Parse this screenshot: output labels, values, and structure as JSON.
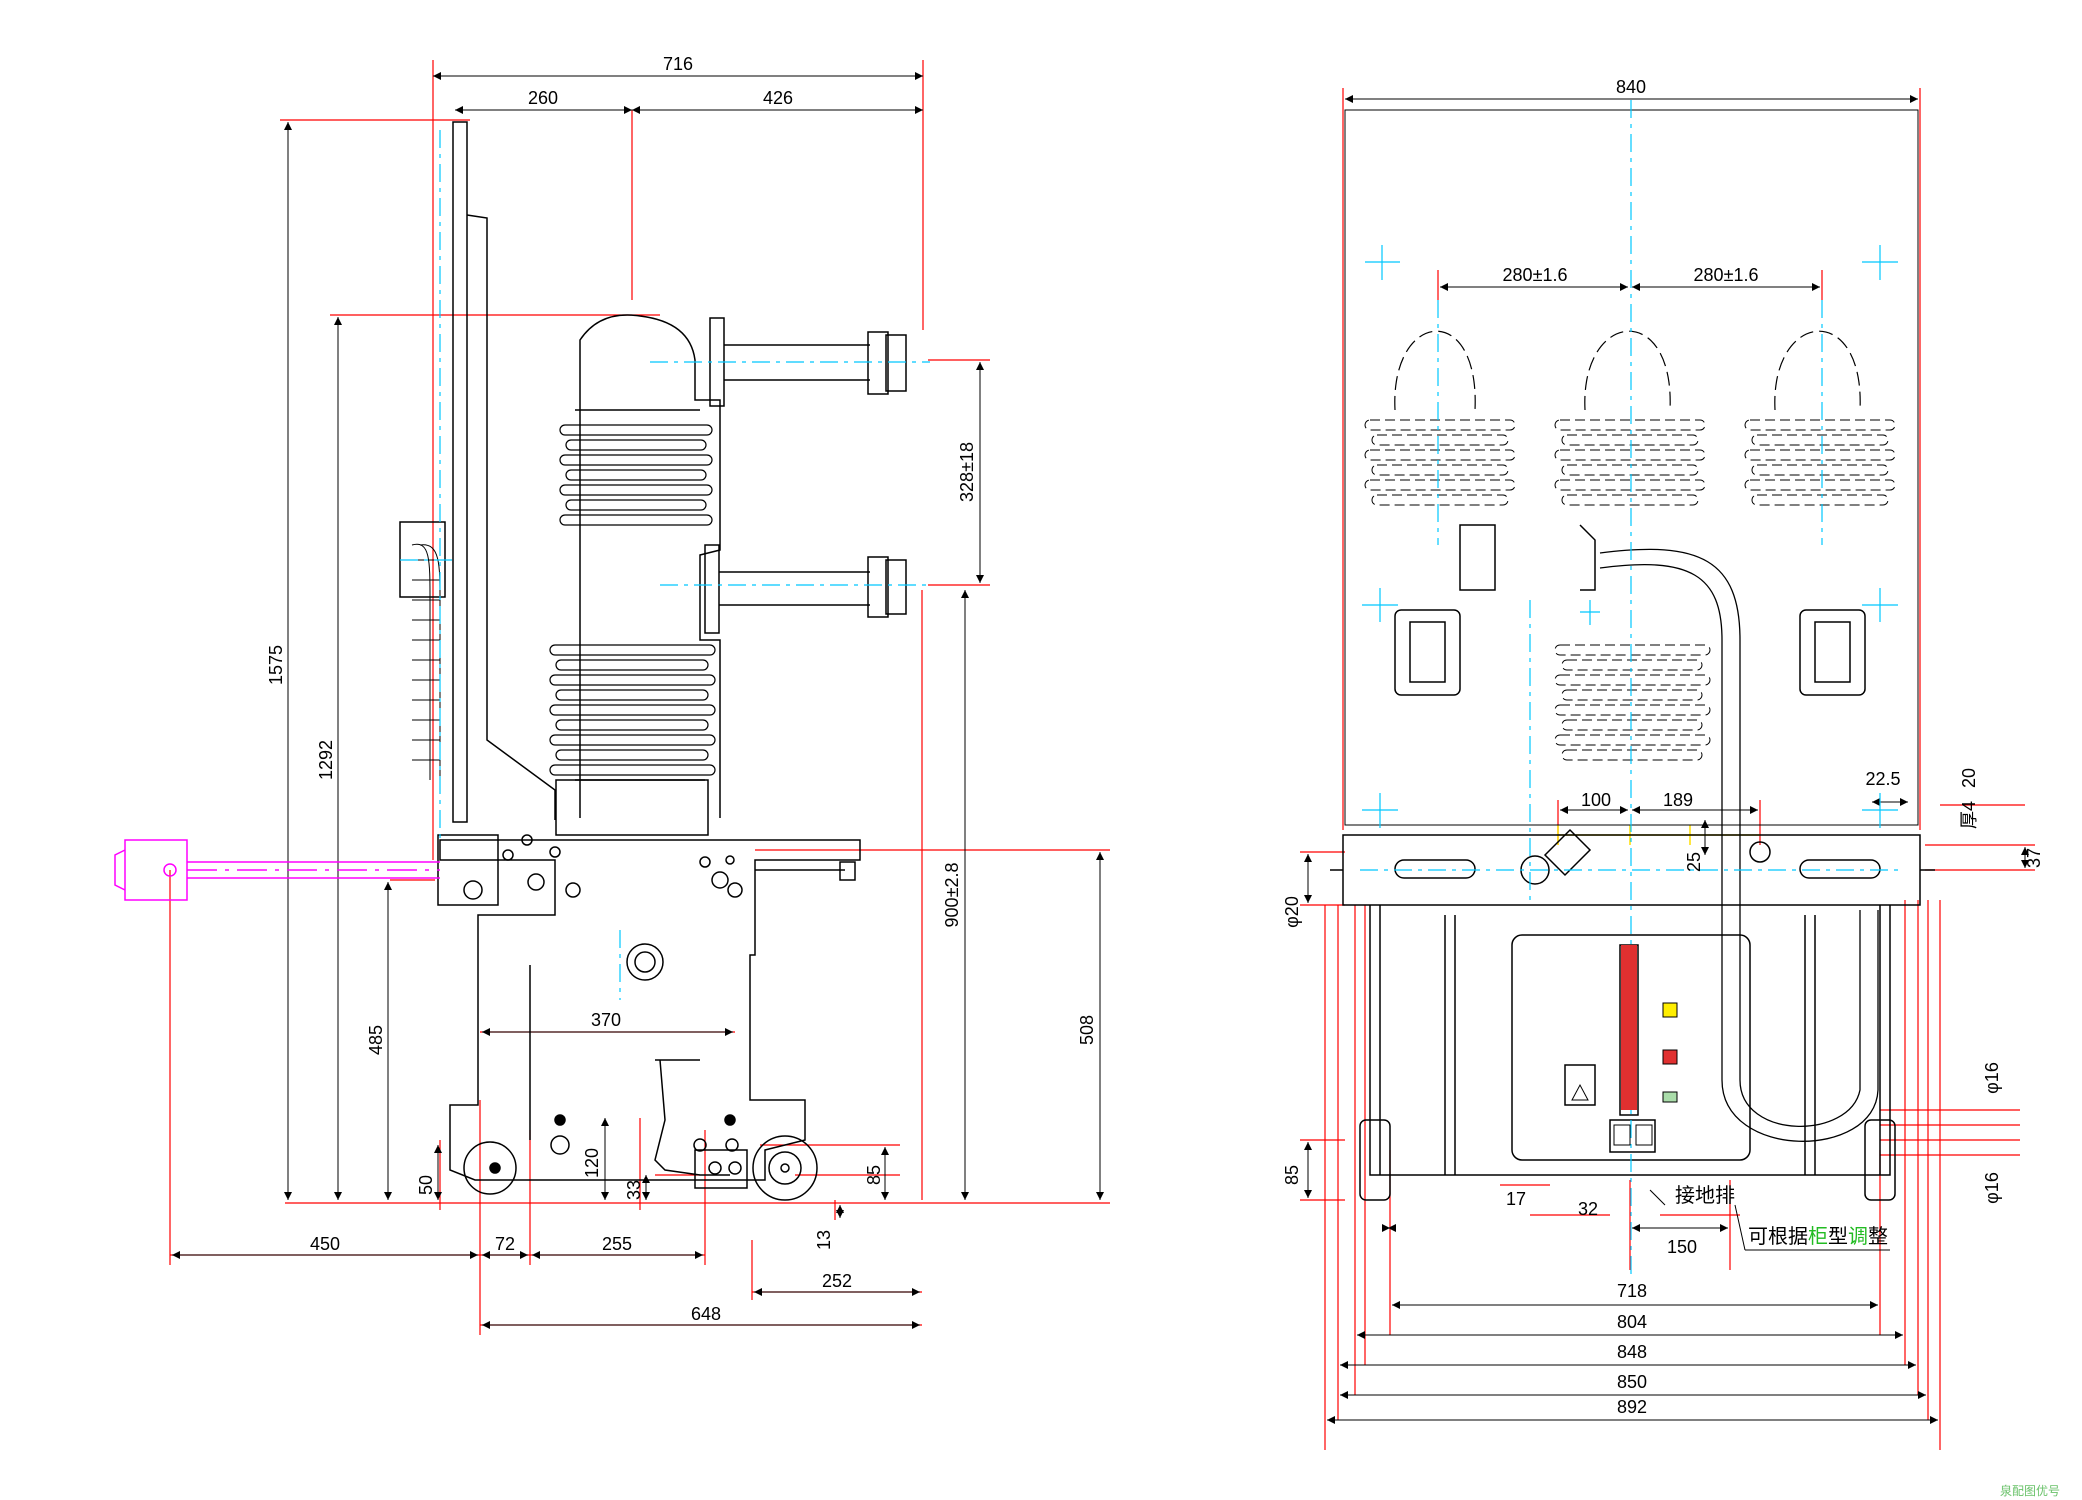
{
  "colors": {
    "outline": "#000000",
    "dimension_line": "#ff0000",
    "center_line": "#00c8ff",
    "operating_handle": "#ff00ff",
    "indicator_red": "#e03030",
    "indicator_yellow": "#ffee00",
    "indicator_green": "#00aa00",
    "note_green": "#22bb22"
  },
  "side_view": {
    "dims": {
      "total_depth": "716",
      "offset_260": "260",
      "offset_426": "426",
      "height_total": "1575",
      "height_1292": "1292",
      "height_485": "485",
      "height_50": "50",
      "pole_pitch_vertical": "328±18",
      "contact_height": "900±2.8",
      "chassis_height": "508",
      "dim_370": "370",
      "dim_120": "120",
      "dim_33": "33",
      "dim_85": "85",
      "dim_13": "13",
      "handle_reach": "450",
      "dim_72": "72",
      "dim_255": "255",
      "dim_252": "252",
      "base_depth": "648"
    }
  },
  "front_view": {
    "dims": {
      "width_840": "840",
      "phase_pitch_left": "280±1.6",
      "phase_pitch_right": "280±1.6",
      "dim_22_5": "22.5",
      "dim_20": "20",
      "thickness_note": "厚4",
      "dim_100": "100",
      "dim_189": "189",
      "dim_25": "25",
      "dim_37": "37",
      "phi_20": "φ20",
      "phi_16_top": "φ16",
      "phi_16_bottom": "φ16",
      "dim_85": "85",
      "dim_17": "17",
      "dim_32": "32",
      "dim_150": "150",
      "width_718": "718",
      "width_804": "804",
      "width_848": "848",
      "width_850": "850",
      "width_892": "892"
    },
    "labels": {
      "grounding_bar": "接地排",
      "note_prefix": "可根据",
      "note_highlight": "柜",
      "note_mid": "型",
      "note_highlight2": "调",
      "note_suffix": "整"
    }
  },
  "corner_mark": "泉配图优号"
}
